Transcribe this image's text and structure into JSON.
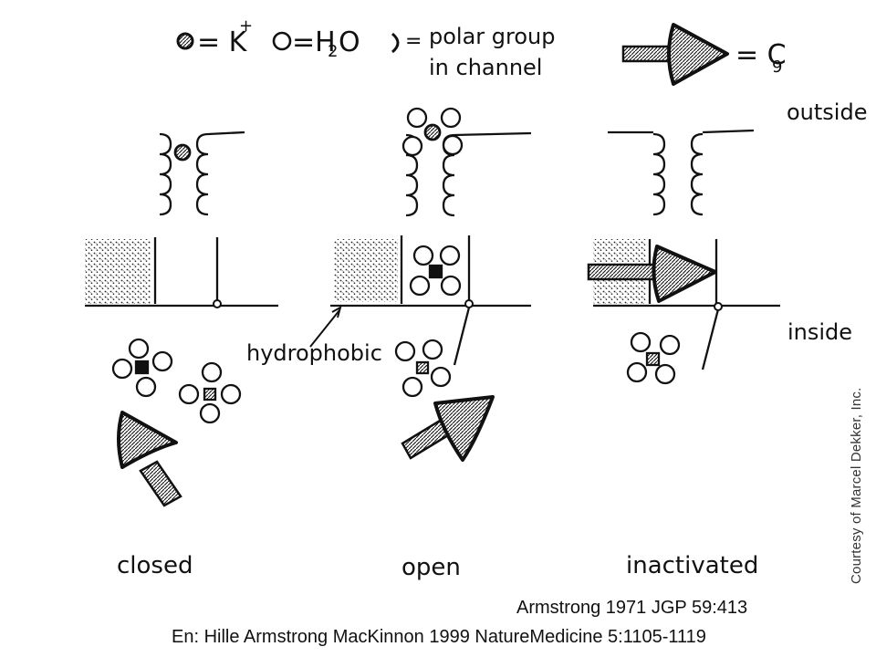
{
  "legend": {
    "k_sym": "= K",
    "k_sup": "+",
    "h2o_left": "=H",
    "h2o_sub": "2",
    "h2o_right": "O",
    "polar_line1": "polar group",
    "polar_line2": "in channel",
    "c9_left": "= C",
    "c9_sub": "9"
  },
  "labels": {
    "outside": "outside",
    "inside": "inside",
    "hydrophobic": "hydrophobic",
    "closed": "closed",
    "open": "open",
    "inactivated": "inactivated"
  },
  "credit": "Courtesy of Marcel Dekker, Inc.",
  "citations": {
    "armstrong": "Armstrong 1971 JGP 59:413",
    "hille": "En: Hille Armstrong MacKinnon 1999 NatureMedicine 5:1105-1119"
  }
}
